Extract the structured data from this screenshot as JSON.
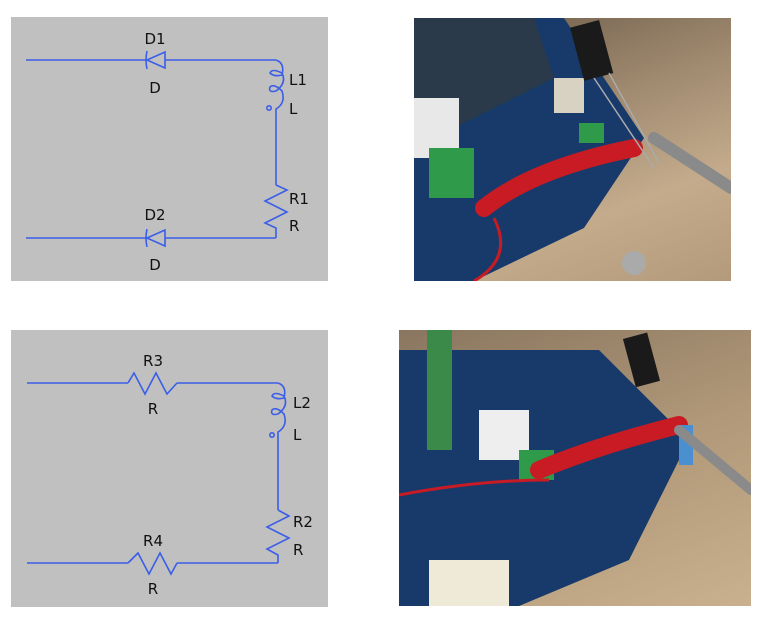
{
  "schematic_top": {
    "D1": {
      "ref": "D1",
      "value": "D"
    },
    "L1": {
      "ref": "L1",
      "value": "L"
    },
    "R1": {
      "ref": "R1",
      "value": "R"
    },
    "D2": {
      "ref": "D2",
      "value": "D"
    }
  },
  "schematic_bottom": {
    "R3": {
      "ref": "R3",
      "value": "R"
    },
    "L2": {
      "ref": "L2",
      "value": "L"
    },
    "R2": {
      "ref": "R2",
      "value": "R"
    },
    "R4": {
      "ref": "R4",
      "value": "R"
    }
  },
  "colors": {
    "wire": "#3b5ee8",
    "schematic_bg": "#c0c0c0"
  }
}
